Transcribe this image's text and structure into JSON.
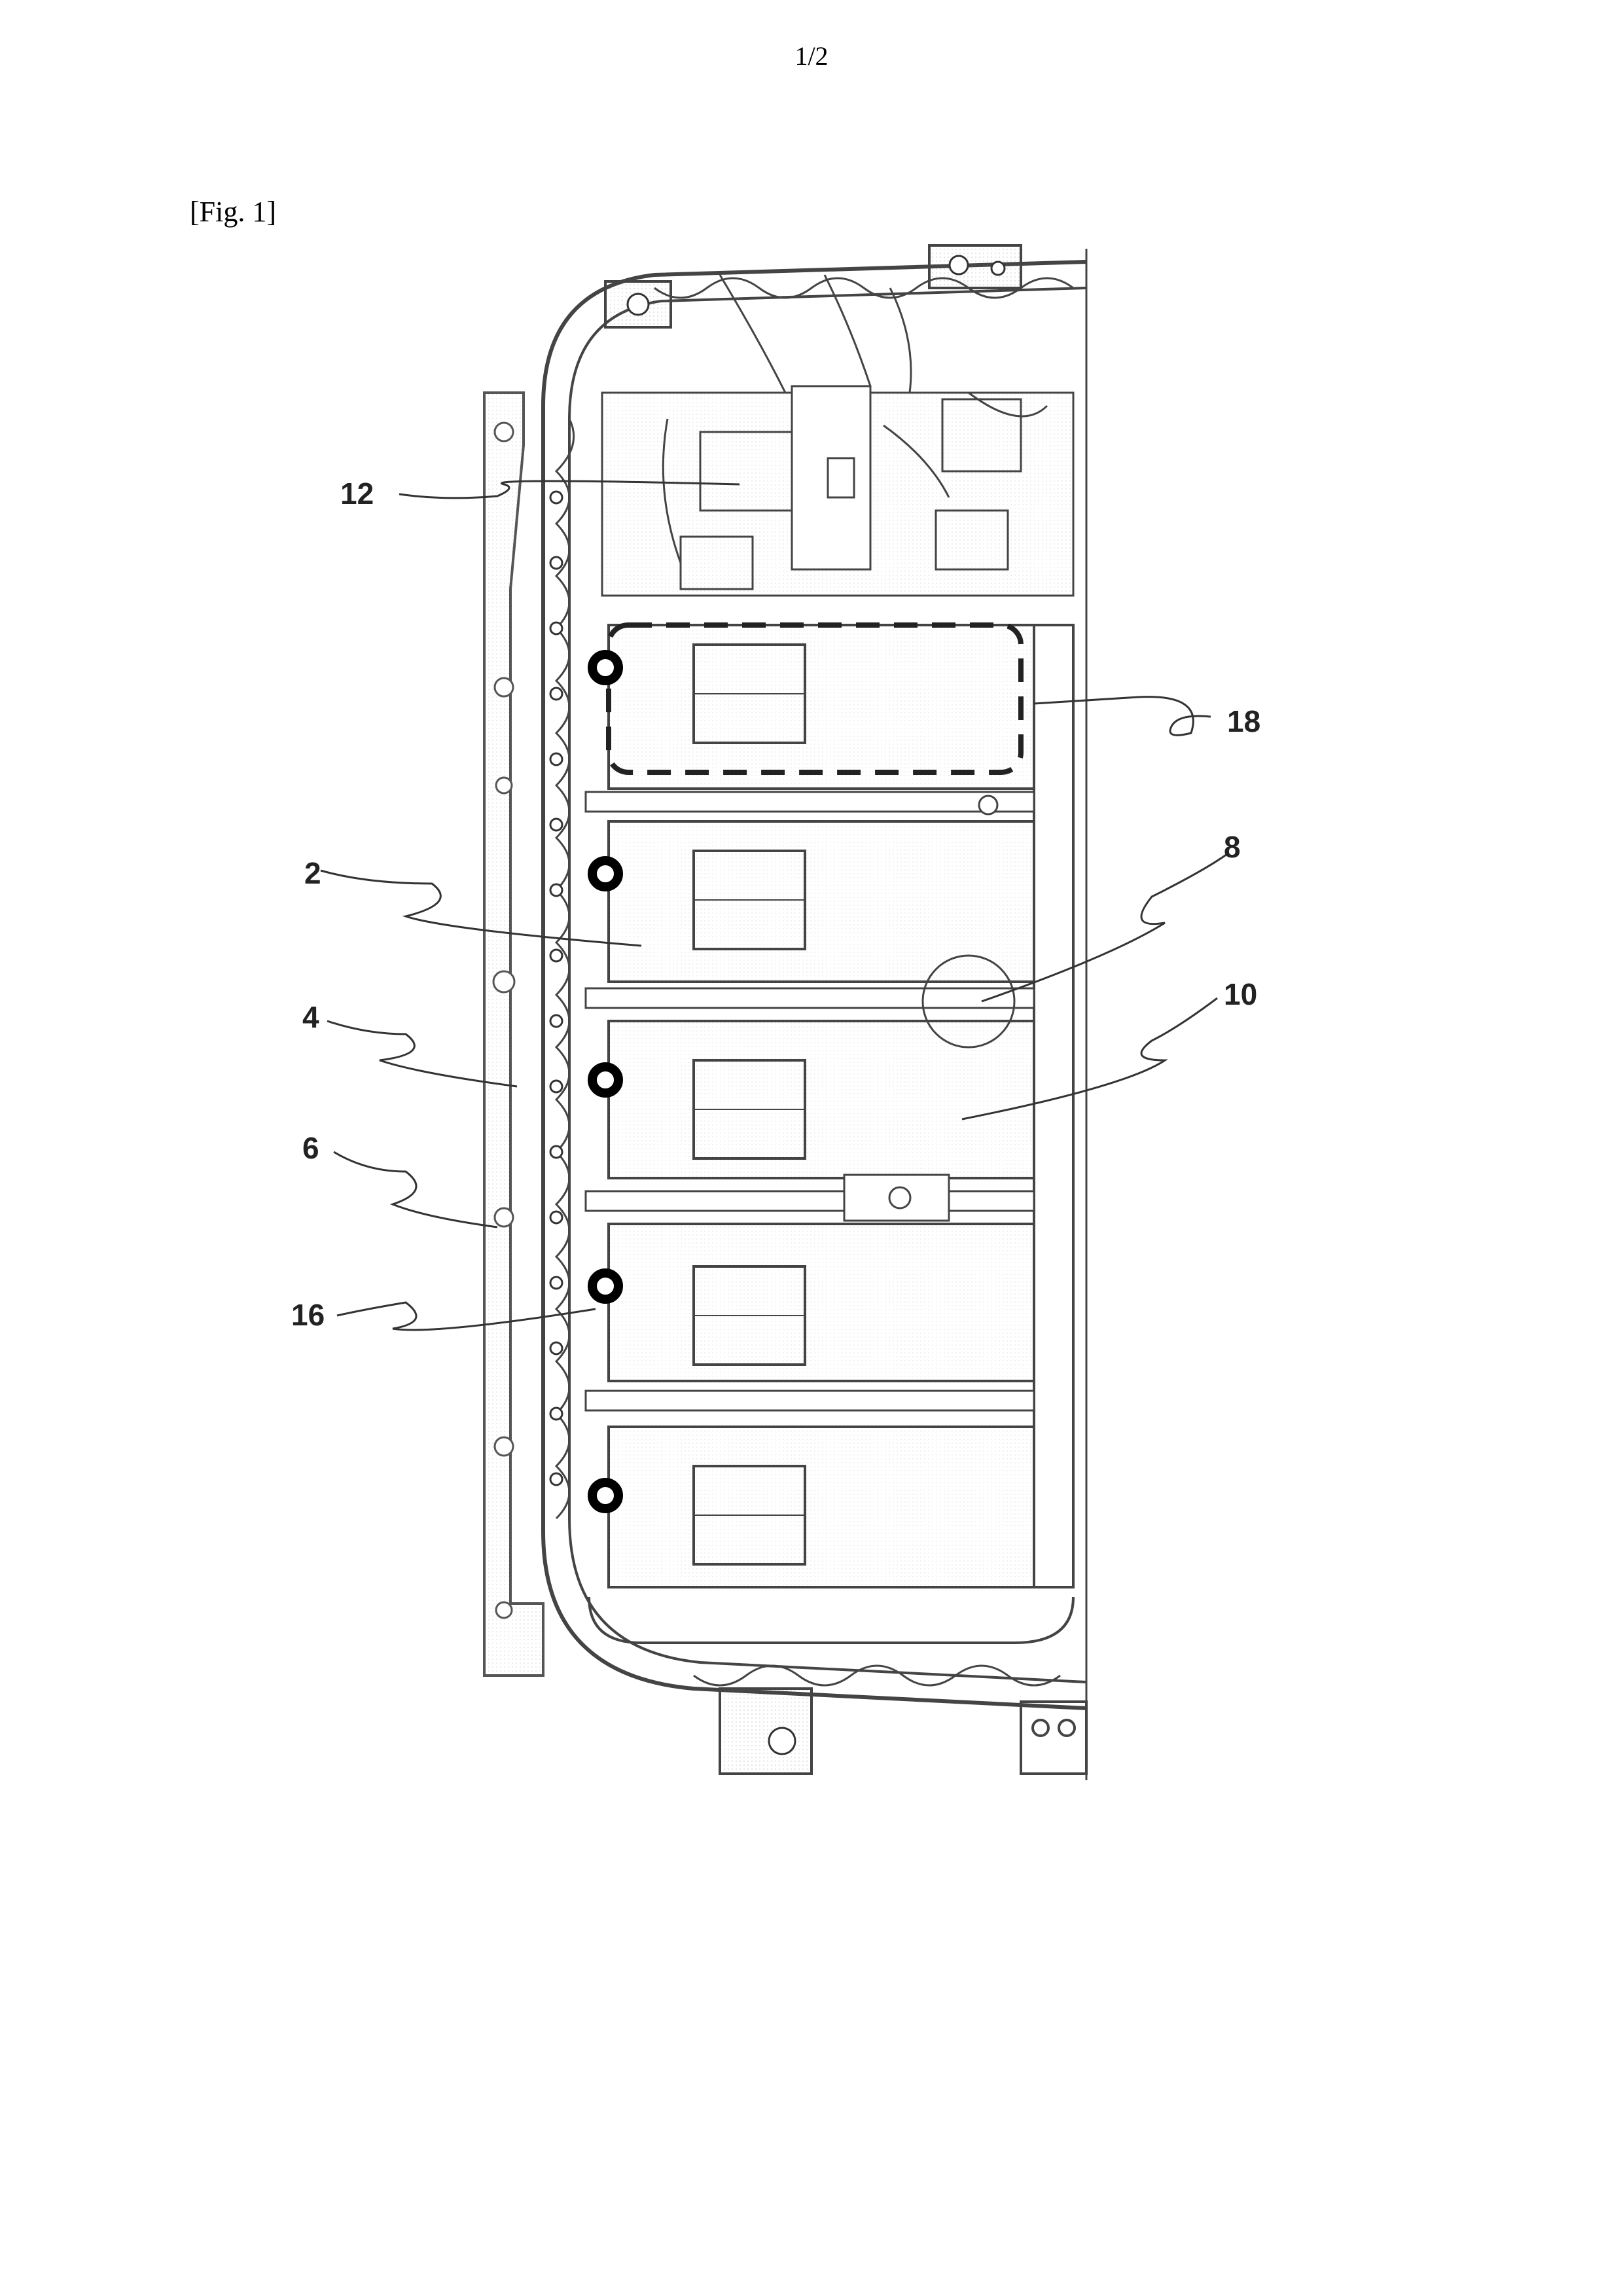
{
  "page_number": "1/2",
  "figure_label": "[Fig. 1]",
  "reference_labels": {
    "r12": "12",
    "r18": "18",
    "r8": "8",
    "r2": "2",
    "r10": "10",
    "r4": "4",
    "r6": "6",
    "r16": "16"
  }
}
